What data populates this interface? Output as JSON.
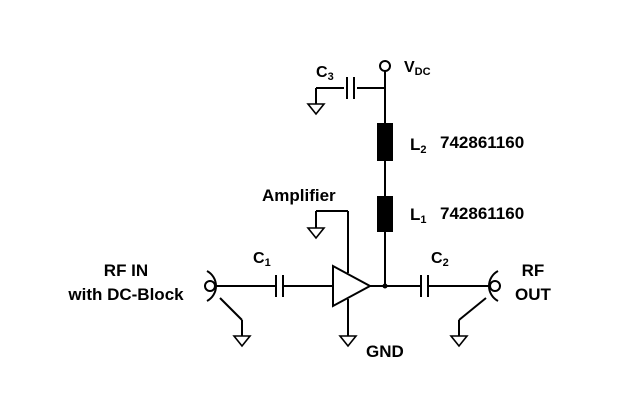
{
  "supply": {
    "main": "V",
    "sub": "DC"
  },
  "c3": {
    "main": "C",
    "sub": "3"
  },
  "c1": {
    "main": "C",
    "sub": "1"
  },
  "c2": {
    "main": "C",
    "sub": "2"
  },
  "l2": {
    "main": "L",
    "sub": "2",
    "part": "742861160"
  },
  "l1": {
    "main": "L",
    "sub": "1",
    "part": "742861160"
  },
  "amplifier": "Amplifier",
  "rf_in": {
    "line1": "RF IN",
    "line2": "with DC-Block"
  },
  "rf_out": {
    "line1": "RF",
    "line2": "OUT"
  },
  "gnd": "GND",
  "colors": {
    "ink": "#000000",
    "background": "#ffffff"
  }
}
